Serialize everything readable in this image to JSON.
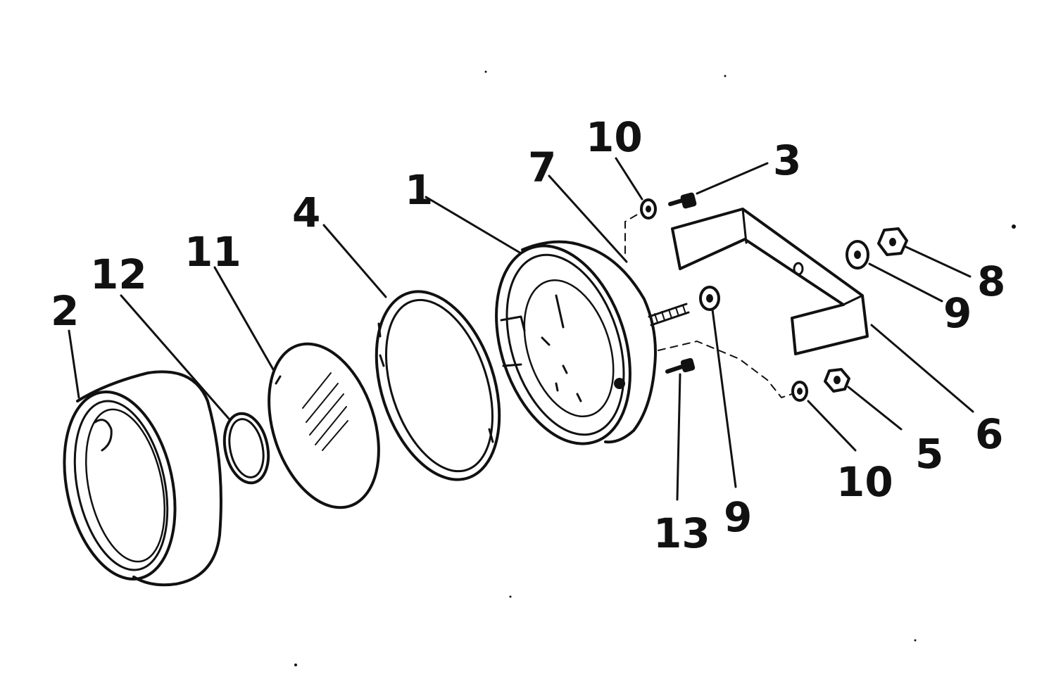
{
  "diagram": {
    "callouts": [
      {
        "id": "part-1",
        "text": "1"
      },
      {
        "id": "part-2",
        "text": "2"
      },
      {
        "id": "part-3",
        "text": "3"
      },
      {
        "id": "part-4",
        "text": "4"
      },
      {
        "id": "part-5",
        "text": "5"
      },
      {
        "id": "part-6",
        "text": "6"
      },
      {
        "id": "part-7",
        "text": "7"
      },
      {
        "id": "part-8",
        "text": "8"
      },
      {
        "id": "part-9-nut",
        "text": "9"
      },
      {
        "id": "part-9-washer",
        "text": "9"
      },
      {
        "id": "part-10-top",
        "text": "10"
      },
      {
        "id": "part-10-bottom",
        "text": "10"
      },
      {
        "id": "part-11",
        "text": "11"
      },
      {
        "id": "part-12",
        "text": "12"
      },
      {
        "id": "part-13",
        "text": "13"
      }
    ],
    "colors": {
      "ink": "#111111",
      "paper": "#ffffff"
    }
  }
}
